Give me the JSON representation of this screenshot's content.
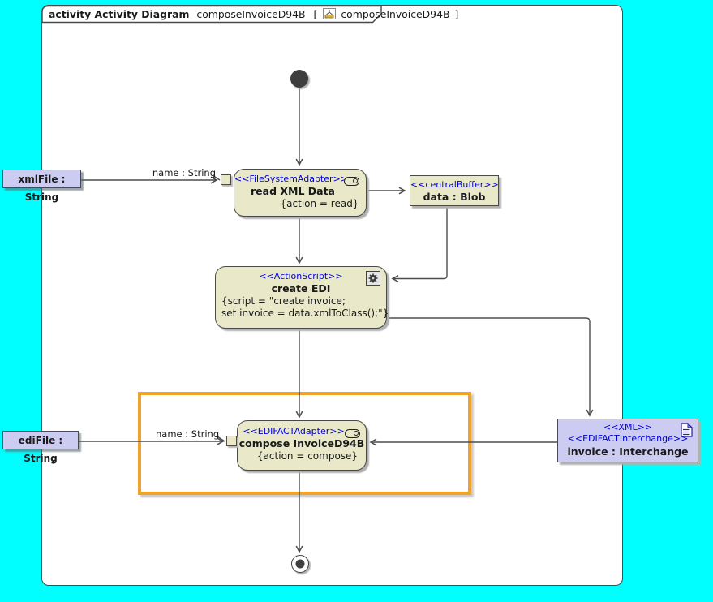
{
  "frame": {
    "keyword": "activity Activity Diagram",
    "diagram_name": "composeInvoiceD94B",
    "bracket_open": "[",
    "bracket_close": "]",
    "ref_name": "composeInvoiceD94B"
  },
  "object_labels": {
    "xml_file": "xmlFile : String",
    "edi_file": "ediFile : String"
  },
  "actions": {
    "read_xml": {
      "stereotype": "<<FileSystemAdapter>>",
      "name": "read XML Data",
      "tag": "{action = read}"
    },
    "create_edi": {
      "stereotype": "<<ActionScript>>",
      "name": "create EDI",
      "script_line_1": "{script = \"create invoice;",
      "script_line_2": "set invoice = data.xmlToClass();\"}"
    },
    "compose": {
      "stereotype": "<<EDIFACTAdapter>>",
      "name": "compose InvoiceD94B",
      "tag": "{action = compose}"
    }
  },
  "buffers": {
    "data_blob": {
      "stereotype": "<<centralBuffer>>",
      "name": "data : Blob"
    },
    "invoice": {
      "stereotype_1": "<<XML>>",
      "stereotype_2": "<<EDIFACTInterchange>>",
      "name": "invoice : Interchange"
    }
  },
  "edge_labels": {
    "read_pin": "name : String",
    "compose_pin": "name : String"
  },
  "colors": {
    "canvas": "#00FFFF",
    "node_fill": "#E9E9C9",
    "object_fill": "#CCCCF2",
    "stereotype_text": "#0000D8",
    "line": "#4D4D4D",
    "highlight": "#F0A22A"
  }
}
